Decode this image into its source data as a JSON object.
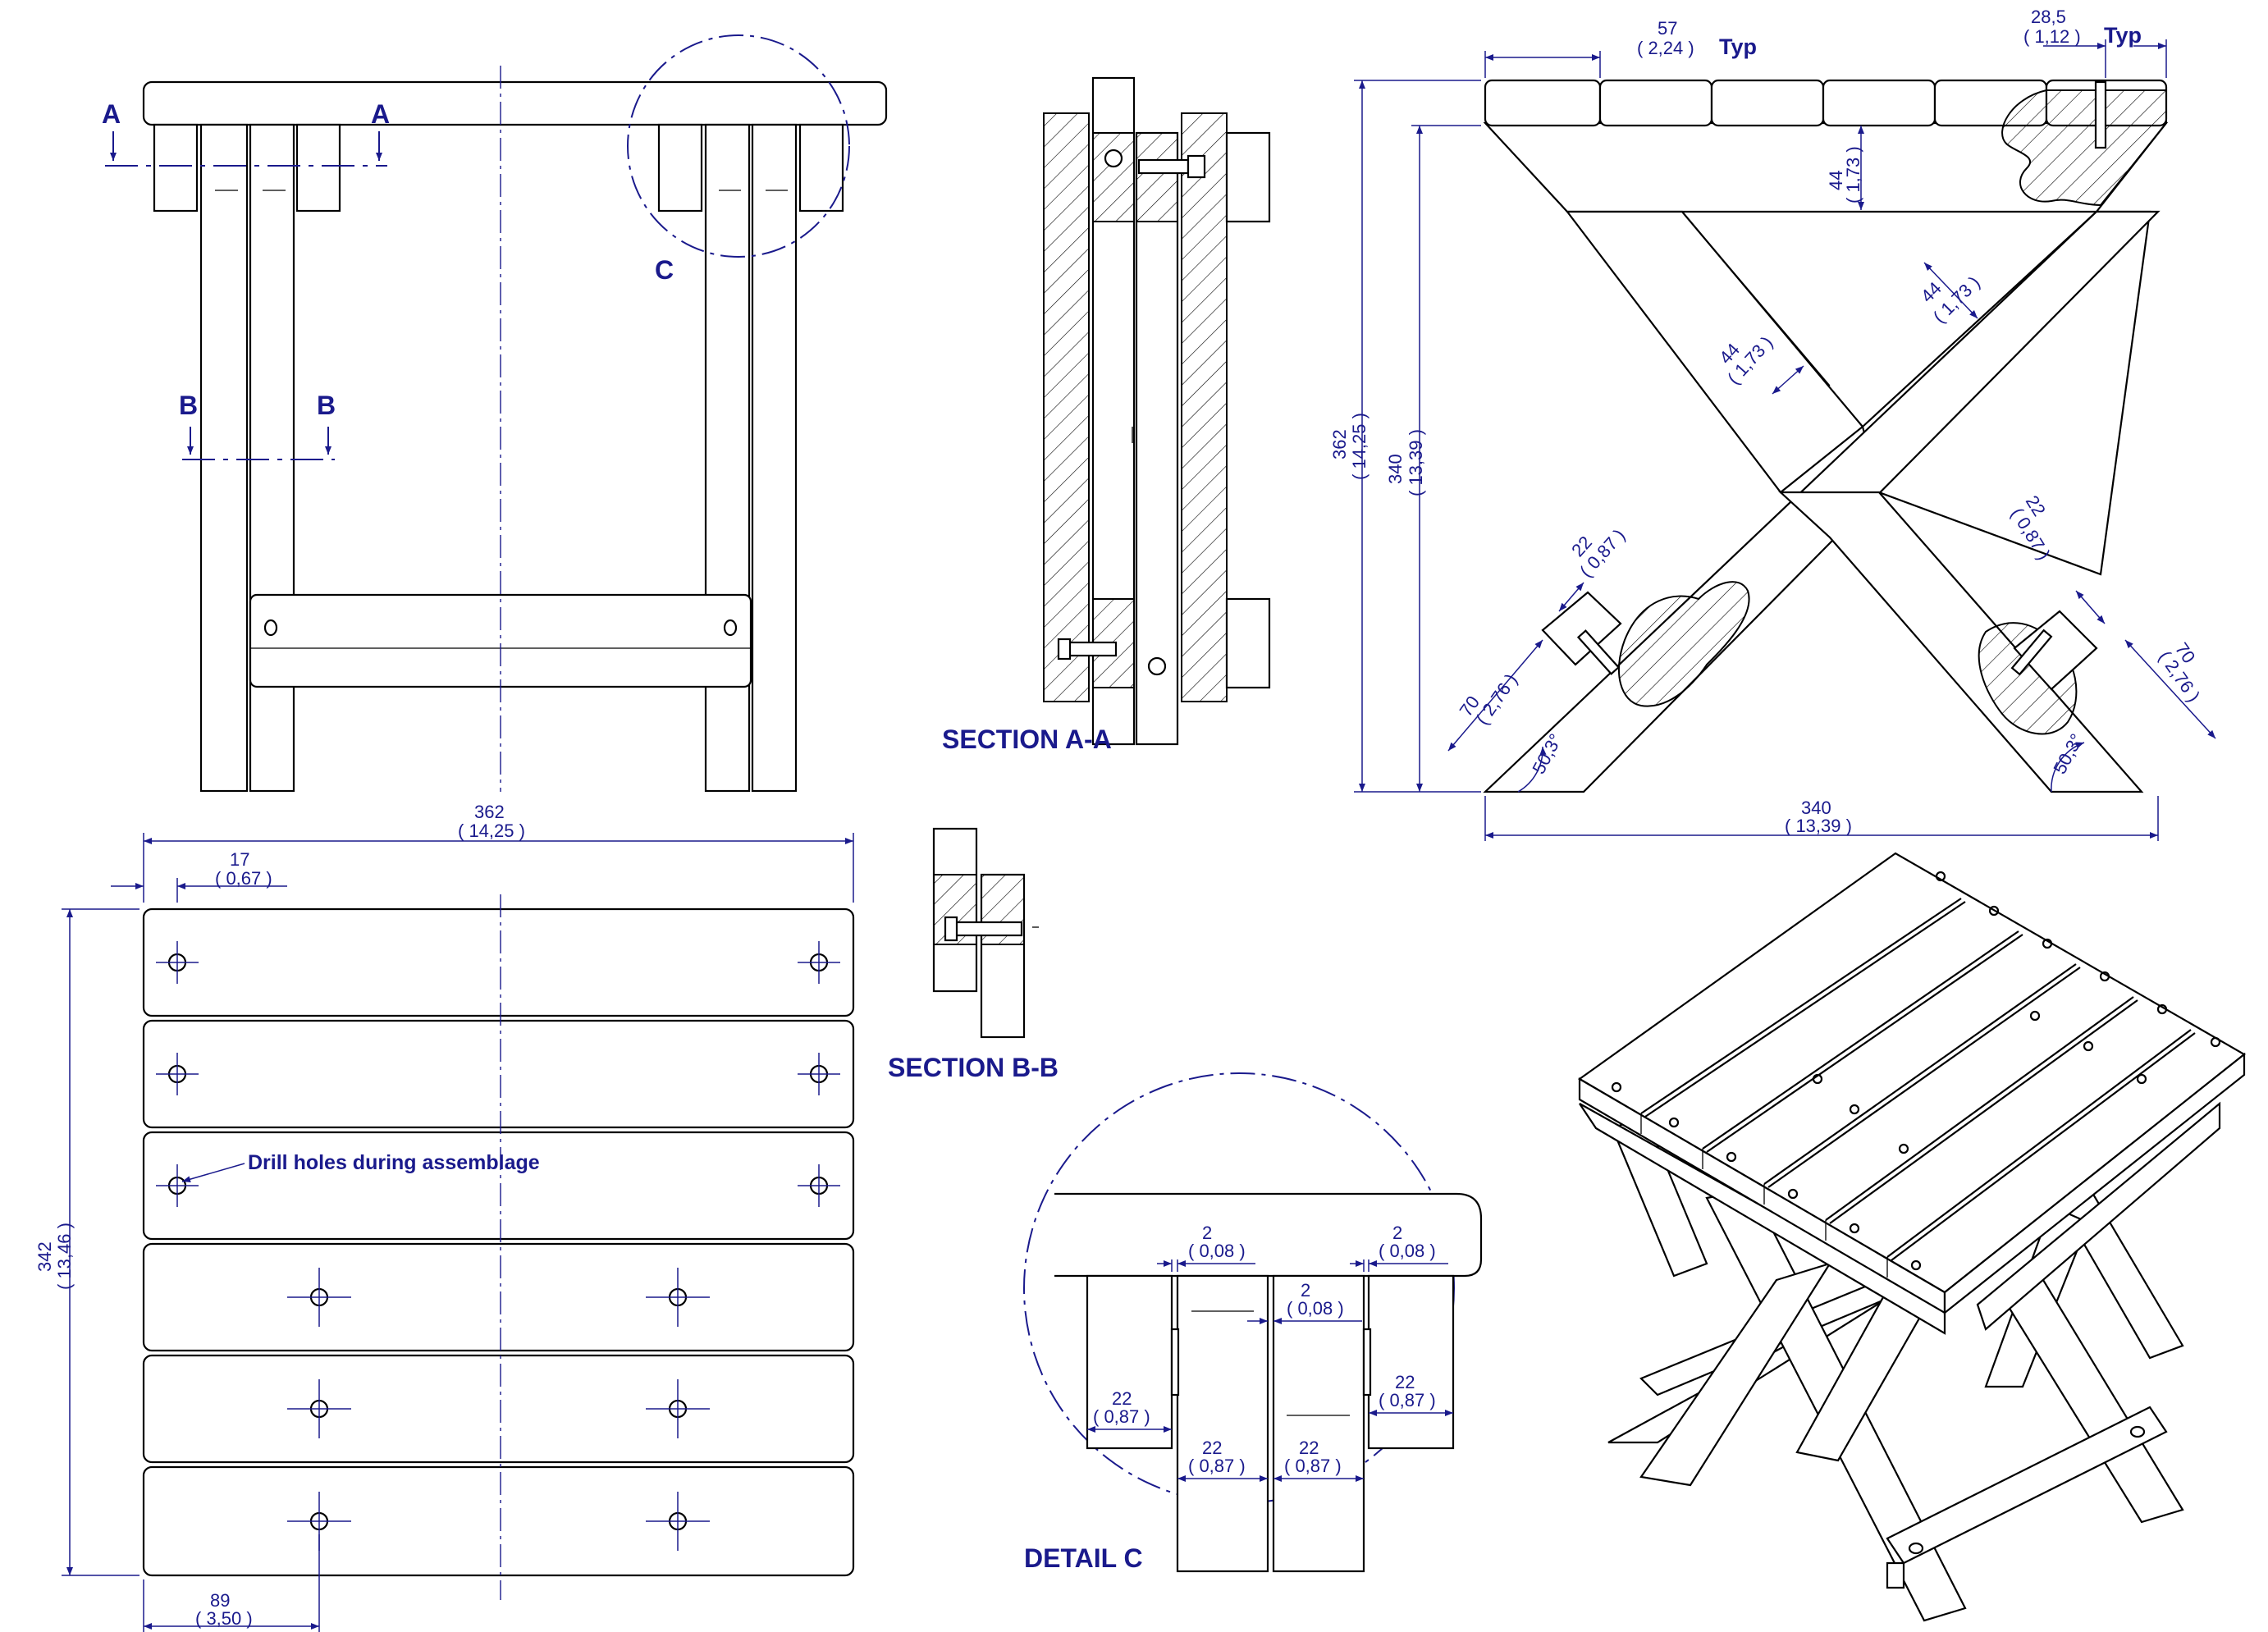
{
  "labels": {
    "section_a": "A",
    "section_b": "B",
    "detail_c": "C",
    "section_aa": "SECTION A-A",
    "section_bb": "SECTION B-B",
    "detail_c_title": "DETAIL C",
    "drill_note": "Drill holes during assemblage",
    "typ": "Typ"
  },
  "dims": {
    "d57": "57",
    "d57i": "( 2,24 )",
    "d285": "28,5",
    "d285i": "( 1,12 )",
    "d44a": "44",
    "d44ai": "( 1,73 )",
    "d44b": "44",
    "d44bi": "( 1,73 )",
    "d44c": "44",
    "d44ci": "( 1,73 )",
    "d362v": "362",
    "d362vi": "( 14,25 )",
    "d340v": "340",
    "d340vi": "( 13,39 )",
    "d22l": "22",
    "d22li": "( 0,87 )",
    "d22r": "22",
    "d22ri": "( 0,87 )",
    "d70l": "70",
    "d70li": "( 2,76 )",
    "d70r": "70",
    "d70ri": "( 2,76 )",
    "ang_l": "50,3°",
    "ang_r": "50,3°",
    "d340h": "340",
    "d340hi": "( 13,39 )",
    "d362h": "362",
    "d362hi": "( 14,25 )",
    "d17": "17",
    "d17i": "( 0,67 )",
    "d342": "342",
    "d342i": "( 13,46 )",
    "d89": "89",
    "d89i": "( 3,50 )",
    "c2a": "2",
    "c2ai": "( 0,08 )",
    "c2b": "2",
    "c2bi": "( 0,08 )",
    "c2c": "2",
    "c2ci": "( 0,08 )",
    "c22a": "22",
    "c22ai": "( 0,87 )",
    "c22b": "22",
    "c22bi": "( 0,87 )",
    "c22c": "22",
    "c22ci": "( 0,87 )",
    "c22d": "22",
    "c22di": "( 0,87 )"
  }
}
